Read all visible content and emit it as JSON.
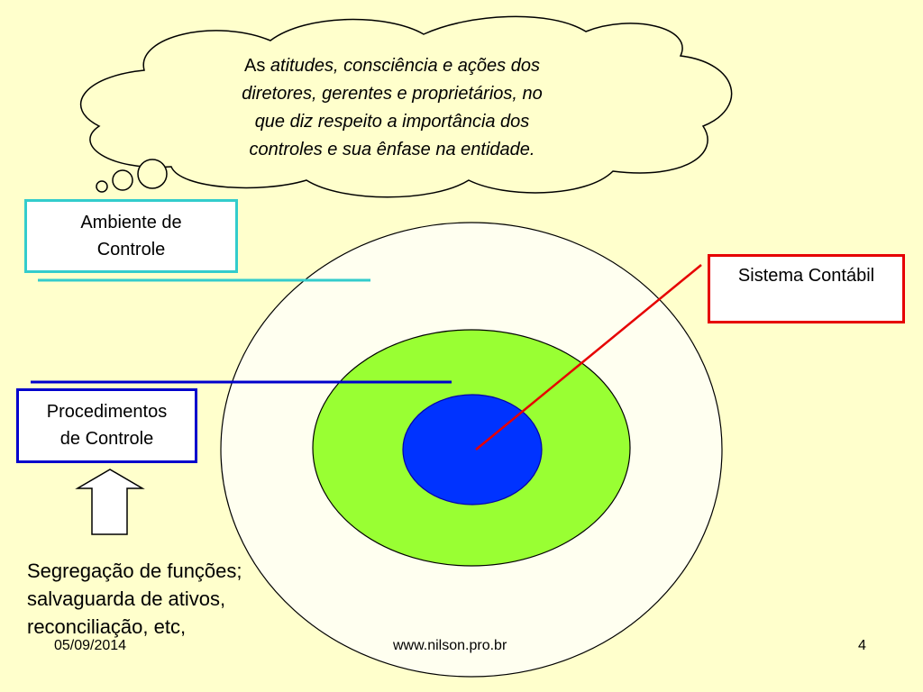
{
  "cloud": {
    "lead": "As ",
    "lines": [
      "atitudes, consciência e ações dos",
      "diretores, gerentes e proprietários,  no",
      "que diz respeito a importância dos",
      "controles e sua ênfase na entidade."
    ]
  },
  "boxes": {
    "ambiente": [
      "Ambiente de",
      "Controle"
    ],
    "procedimentos": [
      "Procedimentos",
      "de Controle"
    ],
    "sistema": [
      "Sistema Contábil"
    ]
  },
  "examples": [
    "Segregação de funções;",
    "salvaguarda de ativos,",
    "reconciliação, etc,"
  ],
  "footer": {
    "date": "05/09/2014",
    "site": "www.nilson.pro.br",
    "page": "4"
  },
  "colors": {
    "background": "#ffffcc",
    "outer_circle": "#fffff0",
    "middle_circle": "#99ff33",
    "inner_circle": "#0033ff",
    "ambiente_line": "#33cccc",
    "procedimentos_line": "#0000cc",
    "sistema_line": "#e60000"
  }
}
